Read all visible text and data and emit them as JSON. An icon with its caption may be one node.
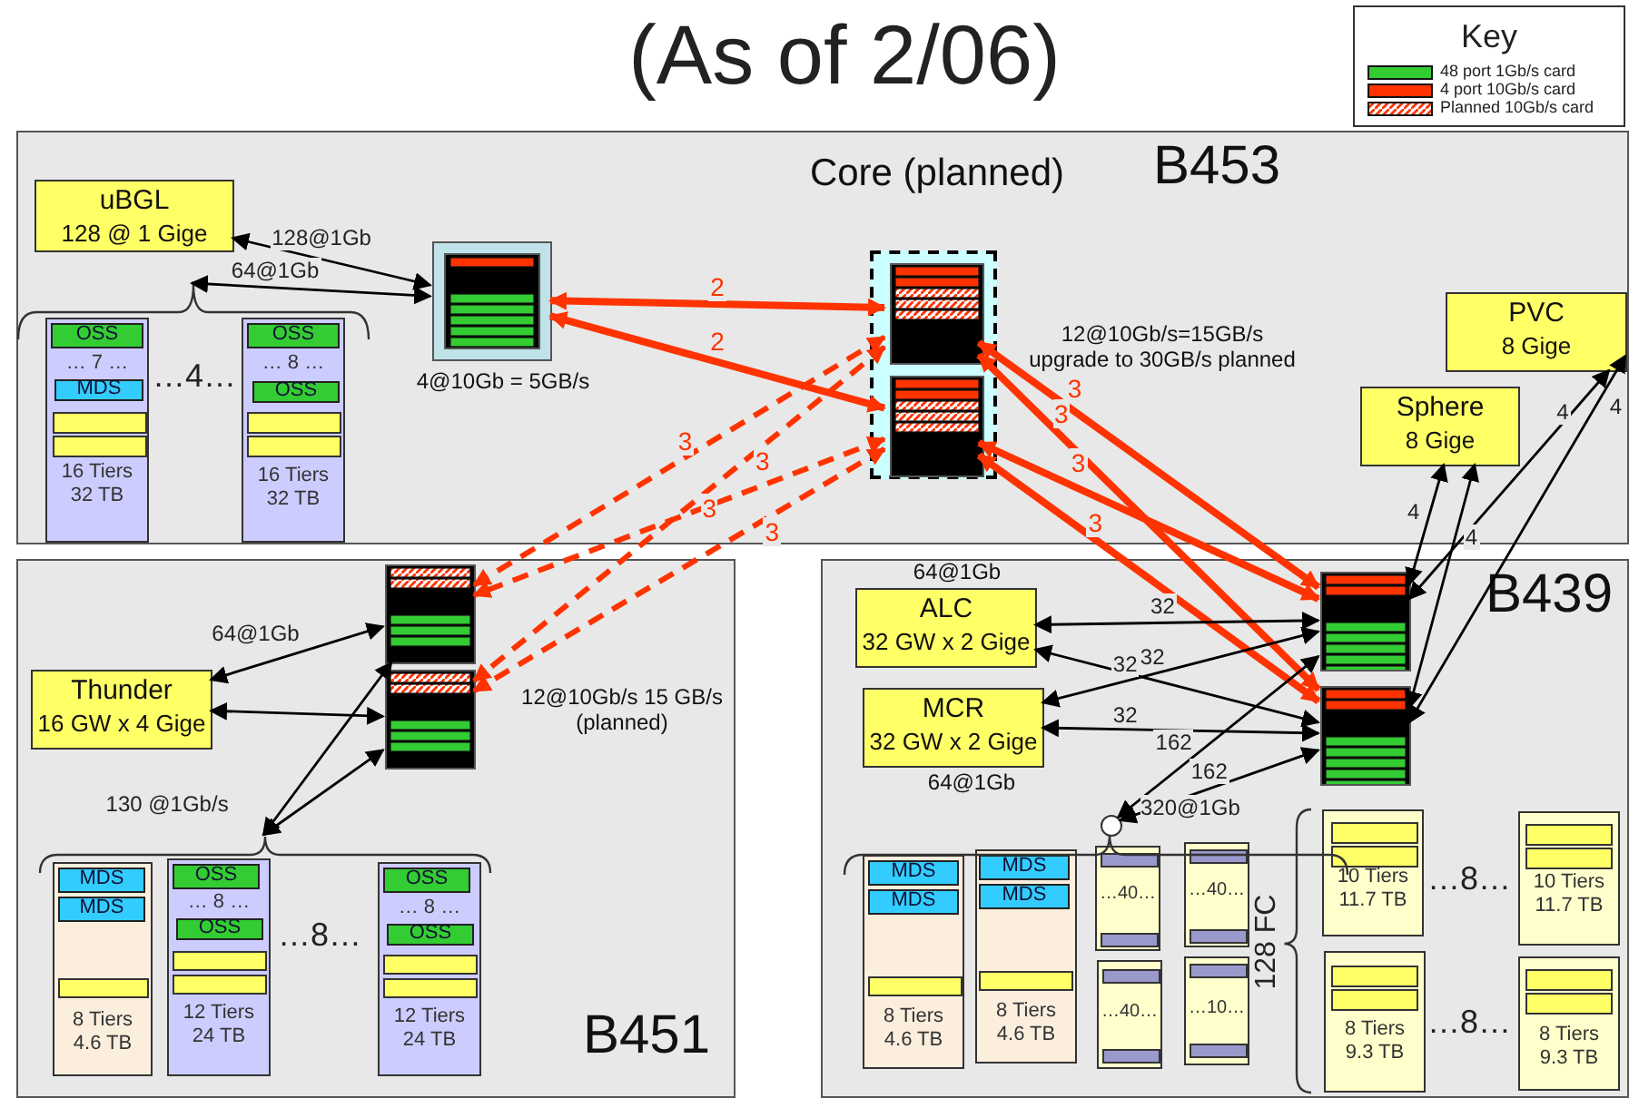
{
  "diagram": {
    "title": "(As of 2/06)",
    "nodes": [
      {
        "text": [
          "B453"
        ]
      },
      {
        "text": [
          "uBGL",
          "128  @  1 Gige"
        ],
        "in": 0
      },
      {
        "text": [],
        "shape": "box",
        "in": 0,
        "beside": [
          "4@10Gb = 5GB/s"
        ]
      },
      {
        "text": [
          "Core (planned)"
        ],
        "in": 0,
        "beside": [
          "12@10Gb/s=15GB/s upgrade to 30GB/s planned"
        ]
      },
      {
        "text": [],
        "shape": "box",
        "in": 3
      },
      {
        "text": [],
        "shape": "box",
        "in": 3
      },
      {
        "text": [
          "PVC",
          "8 Gige"
        ],
        "in": 0
      },
      {
        "text": [
          "Sphere",
          "8 Gige"
        ],
        "in": 0
      },
      {
        "text": [],
        "shape": "brace",
        "in": 0
      },
      {
        "text": [
          "… 7 …",
          "16 Tiers 32 TB"
        ],
        "in": 0
      },
      {
        "text": [
          "OSS"
        ],
        "in": 9
      },
      {
        "text": [
          "MDS"
        ],
        "in": 9
      },
      {
        "text": [],
        "shape": "box",
        "in": 9
      },
      {
        "text": [],
        "shape": "box",
        "in": 9
      },
      {
        "text": [
          "… 8 …",
          "16 Tiers 32 TB"
        ],
        "in": 0
      },
      {
        "text": [
          "OSS"
        ],
        "in": 14
      },
      {
        "text": [
          "OSS"
        ],
        "in": 14
      },
      {
        "text": [],
        "shape": "box",
        "in": 14
      },
      {
        "text": [],
        "shape": "box",
        "in": 14
      },
      {
        "text": [
          "B451"
        ]
      },
      {
        "text": [
          "Thunder",
          "16 GW x 4 Gige"
        ],
        "in": 19
      },
      {
        "text": [],
        "shape": "box",
        "in": 19
      },
      {
        "text": [],
        "shape": "box",
        "in": 19,
        "beside": [
          "12@10Gb/s 15 GB/s (planned)"
        ]
      },
      {
        "text": [],
        "shape": "brace",
        "in": 19
      },
      {
        "text": [
          "8 Tiers 4.6 TB"
        ],
        "in": 19
      },
      {
        "text": [
          "MDS"
        ],
        "in": 24
      },
      {
        "text": [
          "MDS"
        ],
        "in": 24
      },
      {
        "text": [],
        "shape": "box",
        "in": 24
      },
      {
        "text": [
          "… 8 …",
          "12 Tiers 24 TB"
        ],
        "in": 19
      },
      {
        "text": [
          "OSS"
        ],
        "in": 28
      },
      {
        "text": [
          "OSS"
        ],
        "in": 28
      },
      {
        "text": [],
        "shape": "box",
        "in": 28
      },
      {
        "text": [],
        "shape": "box",
        "in": 28
      },
      {
        "text": [
          "… 8 …",
          "12 Tiers 24 TB"
        ],
        "in": 19
      },
      {
        "text": [
          "OSS"
        ],
        "in": 33
      },
      {
        "text": [
          "OSS"
        ],
        "in": 33
      },
      {
        "text": [],
        "shape": "box",
        "in": 33
      },
      {
        "text": [],
        "shape": "box",
        "in": 33
      },
      {
        "text": [
          "B439"
        ]
      },
      {
        "text": [
          "ALC",
          "32 GW x 2 Gige"
        ],
        "in": 38,
        "beside": [
          "64@1Gb"
        ]
      },
      {
        "text": [
          "MCR",
          "32 GW x 2 Gige"
        ],
        "in": 38,
        "beside": [
          "64@1Gb"
        ]
      },
      {
        "text": [],
        "shape": "box",
        "in": 38
      },
      {
        "text": [],
        "shape": "box",
        "in": 38
      },
      {
        "text": [],
        "shape": "circle",
        "in": 38
      },
      {
        "text": [
          "8 Tiers 4.6 TB"
        ],
        "in": 38
      },
      {
        "text": [
          "MDS"
        ],
        "in": 44
      },
      {
        "text": [
          "MDS"
        ],
        "in": 44
      },
      {
        "text": [],
        "shape": "box",
        "in": 44
      },
      {
        "text": [
          "8 Tiers 4.6 TB"
        ],
        "in": 38
      },
      {
        "text": [
          "MDS"
        ],
        "in": 48
      },
      {
        "text": [
          "MDS"
        ],
        "in": 48
      },
      {
        "text": [],
        "shape": "box",
        "in": 48
      },
      {
        "text": [
          "…40…"
        ],
        "in": 38
      },
      {
        "text": [],
        "shape": "box",
        "in": 52
      },
      {
        "text": [],
        "shape": "box",
        "in": 52
      },
      {
        "text": [
          "…40…"
        ],
        "in": 38
      },
      {
        "text": [],
        "shape": "box",
        "in": 55
      },
      {
        "text": [],
        "shape": "box",
        "in": 55
      },
      {
        "text": [
          "…40…"
        ],
        "in": 38
      },
      {
        "text": [],
        "shape": "box",
        "in": 58
      },
      {
        "text": [],
        "shape": "box",
        "in": 58
      },
      {
        "text": [
          "…10…"
        ],
        "in": 38
      },
      {
        "text": [],
        "shape": "box",
        "in": 61
      },
      {
        "text": [],
        "shape": "box",
        "in": 61
      },
      {
        "text": [
          "10 Tiers 11.7 TB"
        ],
        "in": 38
      },
      {
        "text": [],
        "shape": "box",
        "in": 64
      },
      {
        "text": [],
        "shape": "box",
        "in": 64
      },
      {
        "text": [
          "10 Tiers 11.7 TB"
        ],
        "in": 38
      },
      {
        "text": [],
        "shape": "box",
        "in": 67
      },
      {
        "text": [],
        "shape": "box",
        "in": 67
      },
      {
        "text": [
          "8 Tiers 9.3 TB"
        ],
        "in": 38
      },
      {
        "text": [],
        "shape": "box",
        "in": 70
      },
      {
        "text": [],
        "shape": "box",
        "in": 70
      },
      {
        "text": [
          "8 Tiers 9.3 TB"
        ],
        "in": 38
      },
      {
        "text": [],
        "shape": "box",
        "in": 73
      },
      {
        "text": [],
        "shape": "box",
        "in": 73
      }
    ],
    "edges": [
      {
        "from": 1,
        "to": 2,
        "arrow": "both",
        "label": "128@1Gb"
      },
      {
        "from": 8,
        "to": 2,
        "arrow": "both",
        "label": "64@1Gb"
      },
      {
        "from": 2,
        "to": 4,
        "arrow": "both",
        "label": "2",
        "style": "thick",
        "color": "#ff3300"
      },
      {
        "from": 2,
        "to": 5,
        "arrow": "both",
        "label": "2",
        "style": "thick",
        "color": "#ff3300"
      },
      {
        "from": 4,
        "to": 21,
        "arrow": "both",
        "label": "3",
        "style": "dashed",
        "color": "#ff3300"
      },
      {
        "from": 4,
        "to": 22,
        "arrow": "both",
        "label": "3",
        "style": "dashed",
        "color": "#ff3300"
      },
      {
        "from": 5,
        "to": 21,
        "arrow": "both",
        "label": "3",
        "style": "dashed",
        "color": "#ff3300"
      },
      {
        "from": 5,
        "to": 22,
        "arrow": "both",
        "label": "3",
        "style": "dashed",
        "color": "#ff3300"
      },
      {
        "from": 4,
        "to": 41,
        "arrow": "both",
        "label": "3",
        "style": "thick",
        "color": "#ff3300"
      },
      {
        "from": 4,
        "to": 42,
        "arrow": "both",
        "label": "3",
        "style": "thick",
        "color": "#ff3300"
      },
      {
        "from": 5,
        "to": 41,
        "arrow": "both",
        "label": "3",
        "style": "thick",
        "color": "#ff3300"
      },
      {
        "from": 5,
        "to": 42,
        "arrow": "both",
        "label": "3",
        "style": "thick",
        "color": "#ff3300"
      },
      {
        "from": 20,
        "to": 21,
        "arrow": "both",
        "label": "64@1Gb"
      },
      {
        "from": 20,
        "to": 22,
        "arrow": "both"
      },
      {
        "from": 23,
        "to": 21,
        "arrow": "both",
        "label": "130 @1Gb/s"
      },
      {
        "from": 23,
        "to": 22,
        "arrow": "both"
      },
      {
        "from": 39,
        "to": 41,
        "arrow": "both",
        "label": "32"
      },
      {
        "from": 39,
        "to": 42,
        "arrow": "both",
        "label": "32"
      },
      {
        "from": 40,
        "to": 41,
        "arrow": "both",
        "label": "32"
      },
      {
        "from": 40,
        "to": 42,
        "arrow": "both",
        "label": "32"
      },
      {
        "from": 43,
        "to": 41,
        "arrow": "both",
        "label": "162"
      },
      {
        "from": 43,
        "to": 42,
        "arrow": "both",
        "label": "162"
      },
      {
        "from": 7,
        "to": 41,
        "arrow": "both",
        "label": "4"
      },
      {
        "from": 7,
        "to": 42,
        "arrow": "both",
        "label": "4"
      },
      {
        "from": 6,
        "to": 41,
        "arrow": "both",
        "label": "4"
      },
      {
        "from": 6,
        "to": 42,
        "arrow": "both",
        "label": "4"
      }
    ],
    "labels": [
      "Key",
      "…4…",
      "…8…",
      "320@1Gb",
      "128 FC",
      "…8…",
      "…8…"
    ],
    "legend": [
      {
        "text": "48 port 1Gb/s card",
        "color": "#33cc33"
      },
      {
        "text": "4 port 10Gb/s card",
        "color": "#ff3300"
      },
      {
        "text": "Planned 10Gb/s card"
      }
    ]
  }
}
